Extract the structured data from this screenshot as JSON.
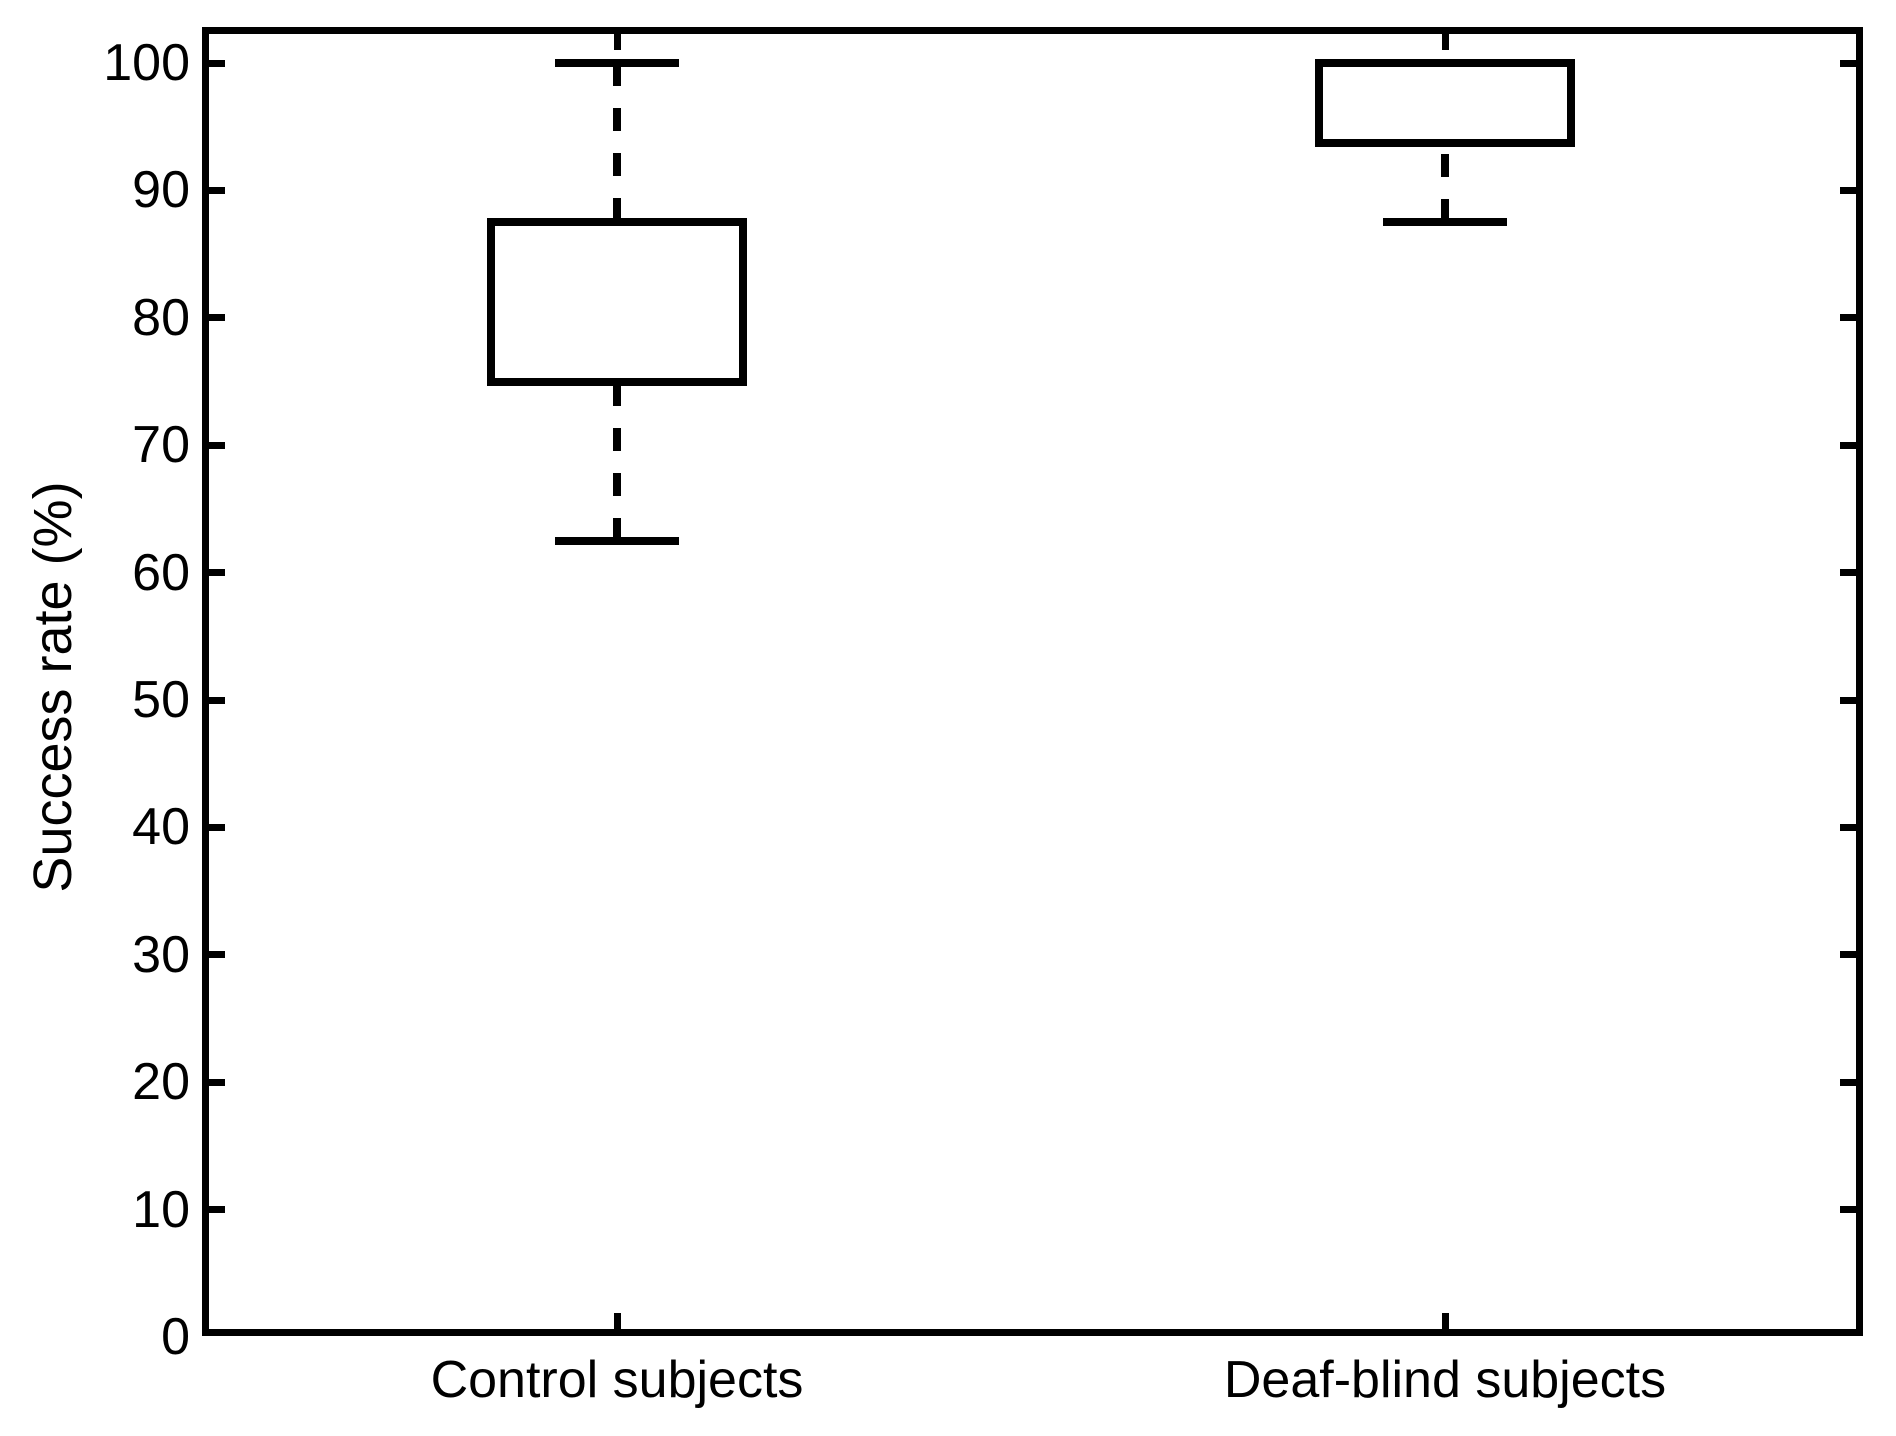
{
  "chart_data": {
    "type": "boxplot",
    "title": "",
    "xlabel": "",
    "ylabel": "Success rate (%)",
    "ylim": [
      0,
      103
    ],
    "yticks": [
      0,
      10,
      20,
      30,
      40,
      50,
      60,
      70,
      80,
      90,
      100
    ],
    "categories": [
      "Control subjects",
      "Deaf-blind subjects"
    ],
    "series": [
      {
        "name": "Control subjects",
        "whisker_low": 62.5,
        "q1": 75,
        "median": null,
        "q3": 87.5,
        "whisker_high": 100
      },
      {
        "name": "Deaf-blind subjects",
        "whisker_low": 87.5,
        "q1": 93.75,
        "median": null,
        "q3": 100,
        "whisker_high": 100
      }
    ],
    "legend": null,
    "grid": false,
    "style": {
      "whisker_line": "dashed",
      "median_visible": false,
      "frame": "full box with inward ticks",
      "stroke_color": "#000000",
      "background_color": "#ffffff"
    }
  }
}
